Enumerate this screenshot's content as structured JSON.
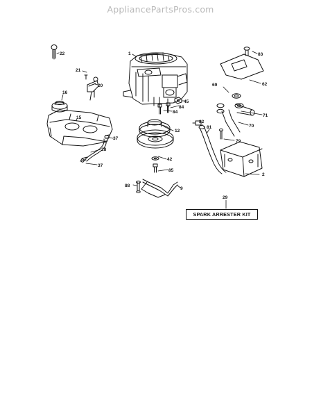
{
  "site": {
    "watermark": "AppliancePartsPros.com"
  },
  "kit": {
    "label": "SPARK ARRESTER KIT"
  },
  "callouts": {
    "c1": "1",
    "c2": "2",
    "c9": "9",
    "c12": "12",
    "c15": "15",
    "c16": "16",
    "c20": "20",
    "c21": "21",
    "c22": "22",
    "c28": "28",
    "c29": "29",
    "c37a": "37",
    "c37b": "37",
    "c42": "42",
    "c45": "45",
    "c62": "62",
    "c69": "69",
    "c70": "70",
    "c71": "71",
    "c79": "79",
    "c81": "81",
    "c82": "82",
    "c83": "83",
    "c84a": "84",
    "c84b": "84",
    "c85": "85",
    "c88": "88"
  },
  "colors": {
    "ink": "#111111",
    "watermark": "#b9b9b9",
    "background": "#ffffff"
  }
}
